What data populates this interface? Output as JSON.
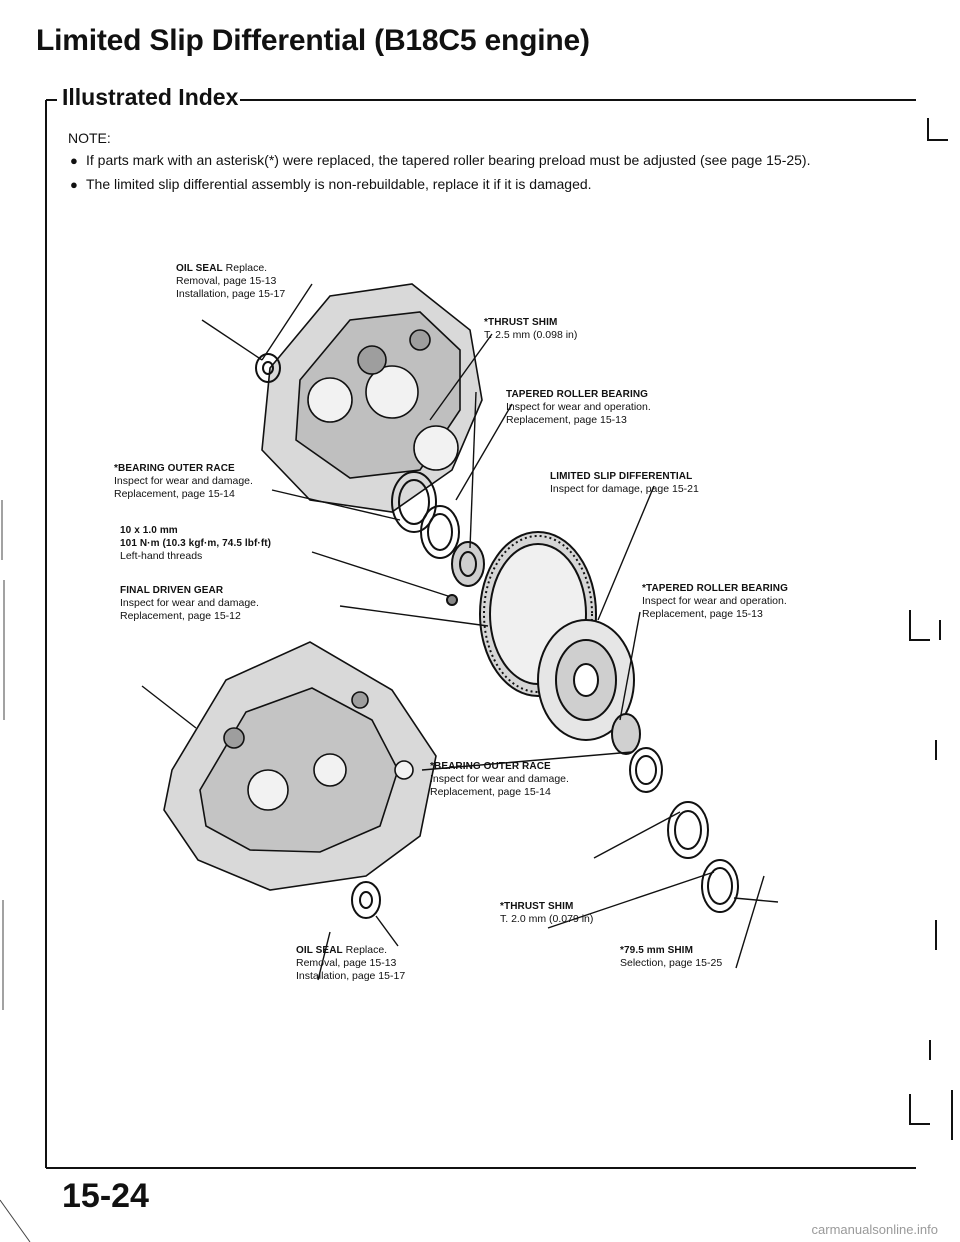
{
  "page": {
    "title": "Limited Slip Differential (B18C5 engine)",
    "subtitle": "Illustrated Index",
    "page_number": "15-24",
    "footer_url": "carmanualsonline.info"
  },
  "note": {
    "heading": "NOTE:",
    "items": [
      "If parts mark with an asterisk(*) were replaced, the tapered roller bearing preload must be adjusted (see page 15-25).",
      "The limited slip differential assembly is non-rebuildable, replace it if it is damaged."
    ]
  },
  "callouts": {
    "oil_seal_top": {
      "title": "OIL SEAL",
      "tail": " Replace.",
      "lines": [
        "Removal, page 15-13",
        "Installation, page 15-17"
      ]
    },
    "thrust_shim_top": {
      "title": "*THRUST SHIM",
      "lines": [
        "T. 2.5 mm (0.098 in)"
      ]
    },
    "tapered_bearing_top": {
      "title": "TAPERED ROLLER BEARING",
      "lines": [
        "Inspect for wear and operation.",
        "Replacement, page 15-13"
      ]
    },
    "bearing_race_top": {
      "title": "*BEARING OUTER RACE",
      "lines": [
        "Inspect for wear and damage.",
        "Replacement, page 15-14"
      ]
    },
    "lsd": {
      "title": "LIMITED SLIP DIFFERENTIAL",
      "lines": [
        "Inspect for damage, page 15-21"
      ]
    },
    "bolt": {
      "title": "10 x 1.0 mm",
      "lines": [
        "101 N·m (10.3 kgf·m, 74.5 lbf·ft)",
        "Left-hand threads"
      ]
    },
    "final_gear": {
      "title": "FINAL DRIVEN GEAR",
      "lines": [
        "Inspect for wear and damage.",
        "Replacement, page 15-12"
      ]
    },
    "tapered_bearing_right": {
      "title": "*TAPERED ROLLER BEARING",
      "lines": [
        "Inspect for wear and operation.",
        "Replacement, page 15-13"
      ]
    },
    "bearing_race_bottom": {
      "title": "*BEARING OUTER RACE",
      "lines": [
        "Inspect for wear and damage.",
        "Replacement, page 15-14"
      ]
    },
    "thrust_shim_bottom": {
      "title": "*THRUST SHIM",
      "lines": [
        "T. 2.0 mm (0.079 in)"
      ]
    },
    "oil_seal_bottom": {
      "title": "OIL SEAL",
      "tail": " Replace.",
      "lines": [
        "Removal, page 15-13",
        "Installation, page 15-17"
      ]
    },
    "shim_79": {
      "title": "*79.5 mm SHIM",
      "lines": [
        "Selection, page 15-25"
      ]
    }
  }
}
